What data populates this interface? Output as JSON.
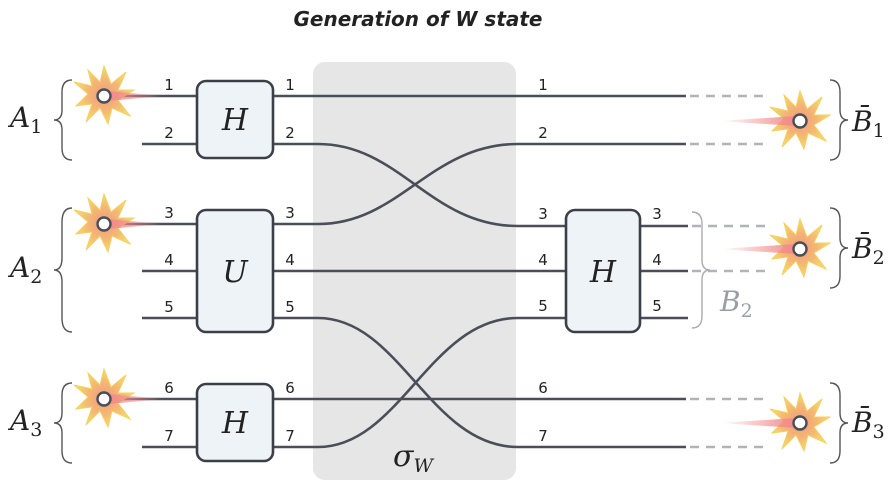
{
  "title": "Generation of W state",
  "gates": {
    "g1": "H",
    "g2": "U",
    "g3": "H",
    "g4": "H"
  },
  "mode_numbers": [
    "1",
    "2",
    "3",
    "4",
    "5",
    "6",
    "7"
  ],
  "sources": {
    "a1": {
      "letter": "A",
      "sub": "1"
    },
    "a2": {
      "letter": "A",
      "sub": "2"
    },
    "a3": {
      "letter": "A",
      "sub": "3"
    }
  },
  "detectors": {
    "b1": {
      "letter": "B̄",
      "sub": "1"
    },
    "b2": {
      "letter": "B̄",
      "sub": "2"
    },
    "b3": {
      "letter": "B̄",
      "sub": "3"
    }
  },
  "b2_group": {
    "letter": "B",
    "sub": "2"
  },
  "sigma": {
    "symbol": "σ",
    "sub": "W"
  },
  "colors": {
    "wire": "#4a4e58",
    "gate_fill": "#eef3f8",
    "box_fill": "#e6e6e6",
    "burst_outer": "#f6dc6a",
    "burst_inner": "#f2a77e",
    "beam": "#f28b8b"
  },
  "icons": {
    "source": "photon-source-burst-icon",
    "detector": "photon-detector-burst-icon"
  }
}
